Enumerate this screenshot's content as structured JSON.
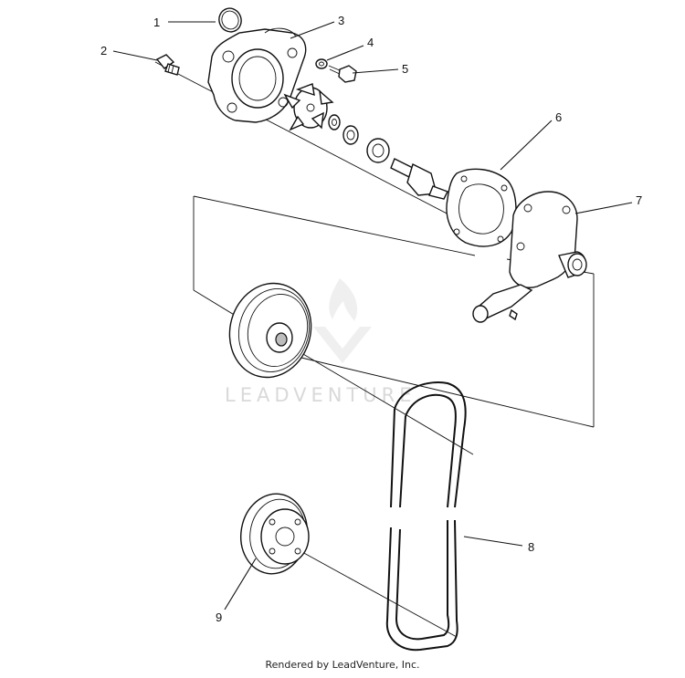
{
  "diagram": {
    "callouts": [
      {
        "id": "1",
        "label": "1"
      },
      {
        "id": "2",
        "label": "2"
      },
      {
        "id": "3",
        "label": "3"
      },
      {
        "id": "4",
        "label": "4"
      },
      {
        "id": "5",
        "label": "5"
      },
      {
        "id": "6",
        "label": "6"
      },
      {
        "id": "7",
        "label": "7"
      },
      {
        "id": "8",
        "label": "8"
      },
      {
        "id": "9",
        "label": "9"
      }
    ],
    "watermark": "LEADVENTURE",
    "footer": "Rendered by LeadVenture, Inc."
  },
  "colors": {
    "line": "#111111",
    "watermark": "#d9d9d9",
    "background": "#ffffff"
  }
}
